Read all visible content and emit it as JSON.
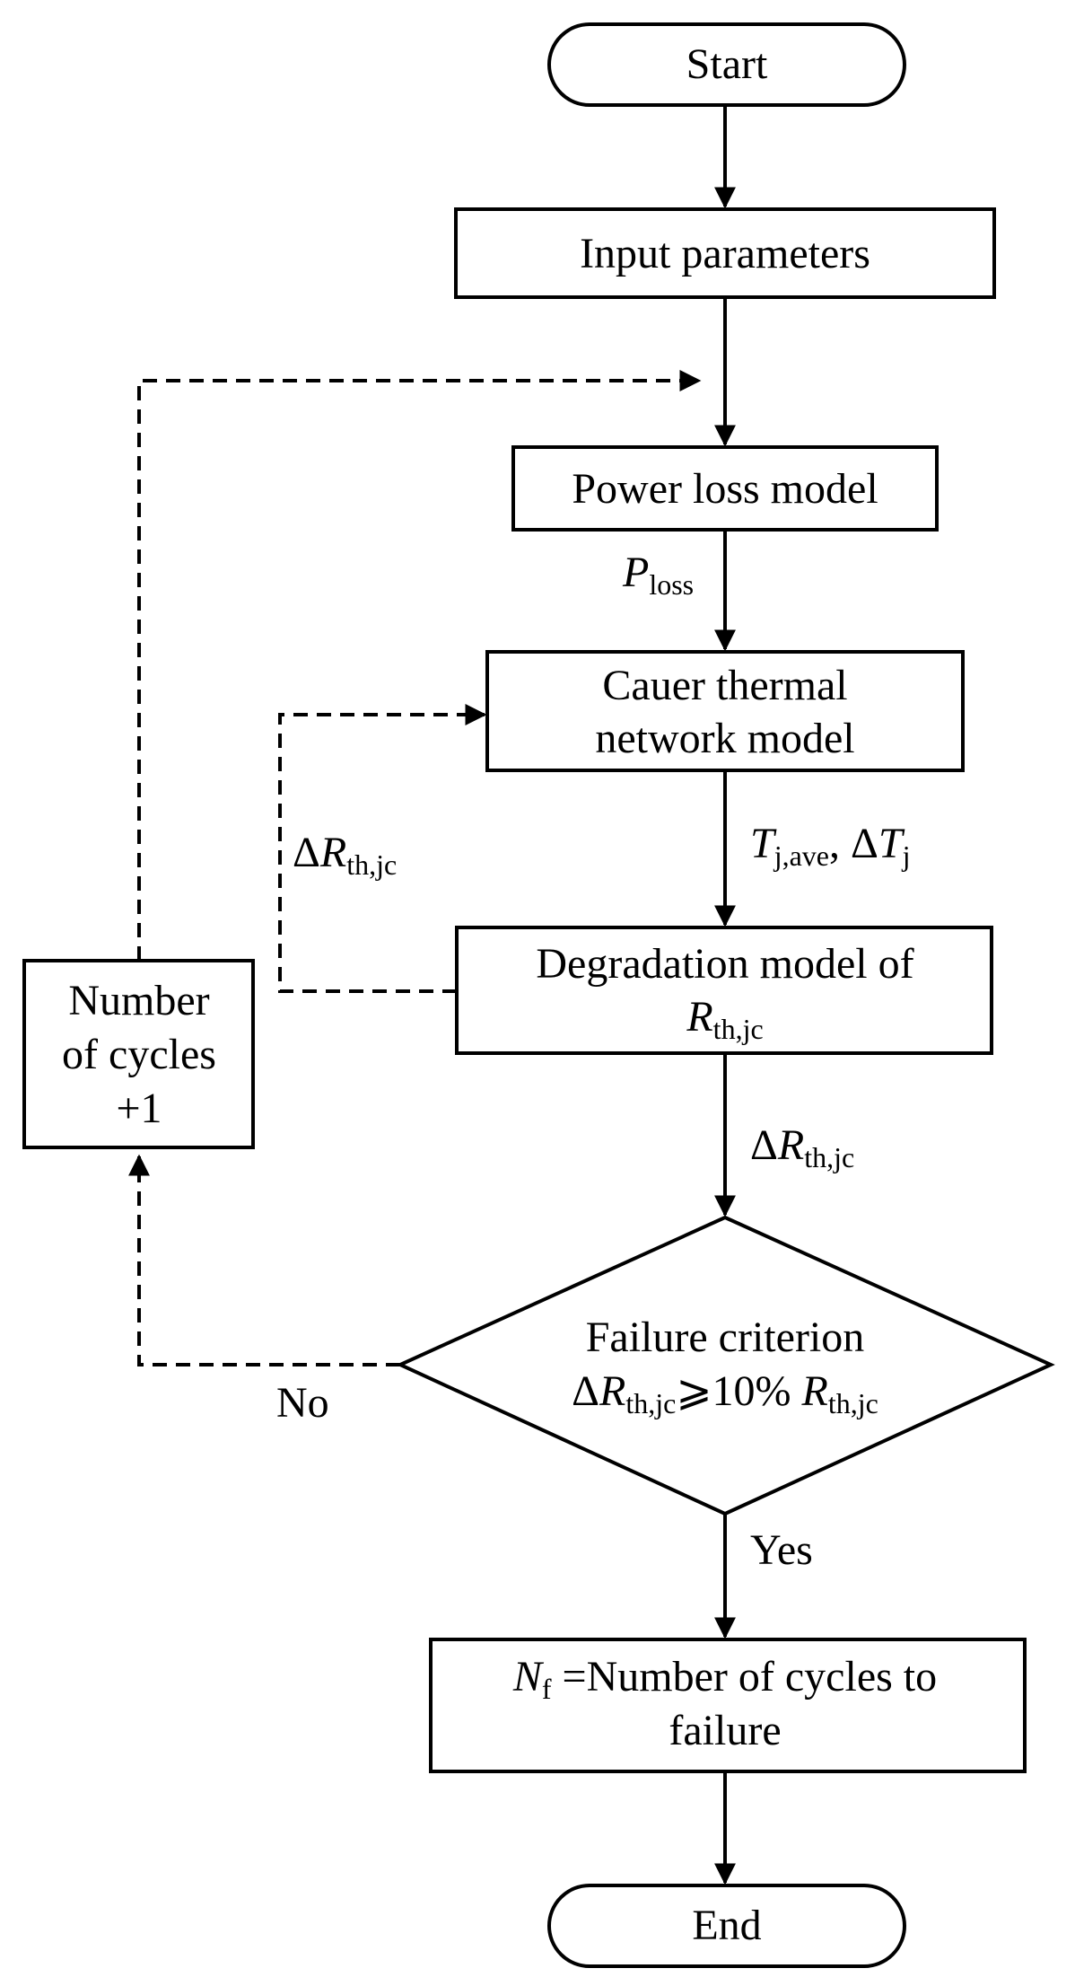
{
  "nodes": {
    "start": {
      "label": "Start"
    },
    "input": {
      "label": "Input parameters"
    },
    "power": {
      "label": "Power loss model"
    },
    "cauer": {
      "line1": "Cauer thermal",
      "line2": "network model"
    },
    "degradation": {
      "line1": "Degradation model of",
      "r": "R",
      "r_sub": "th,jc"
    },
    "cycles": {
      "line1": "Number",
      "line2": "of cycles",
      "line3": "+1"
    },
    "criterion": {
      "line1": "Failure criterion",
      "delta": "Δ",
      "r": "R",
      "r_sub": "th,jc",
      "op": "⩾10% ",
      "r2": "R",
      "r2_sub": "th,jc"
    },
    "nf": {
      "n": "N",
      "n_sub": "f",
      "line1_rest": " =Number of cycles to",
      "line2": "failure"
    },
    "end": {
      "label": "End"
    }
  },
  "edge_labels": {
    "ploss": {
      "p": "P",
      "p_sub": "loss"
    },
    "tj": {
      "t": "T",
      "t_sub": "j,ave",
      "comma": ", ",
      "delta": "Δ",
      "t2": "T",
      "t2_sub": "j"
    },
    "drth_main": {
      "delta": "Δ",
      "r": "R",
      "r_sub": "th,jc"
    },
    "drth_feedback": {
      "delta": "Δ",
      "r": "R",
      "r_sub": "th,jc"
    },
    "no": "No",
    "yes": "Yes"
  }
}
